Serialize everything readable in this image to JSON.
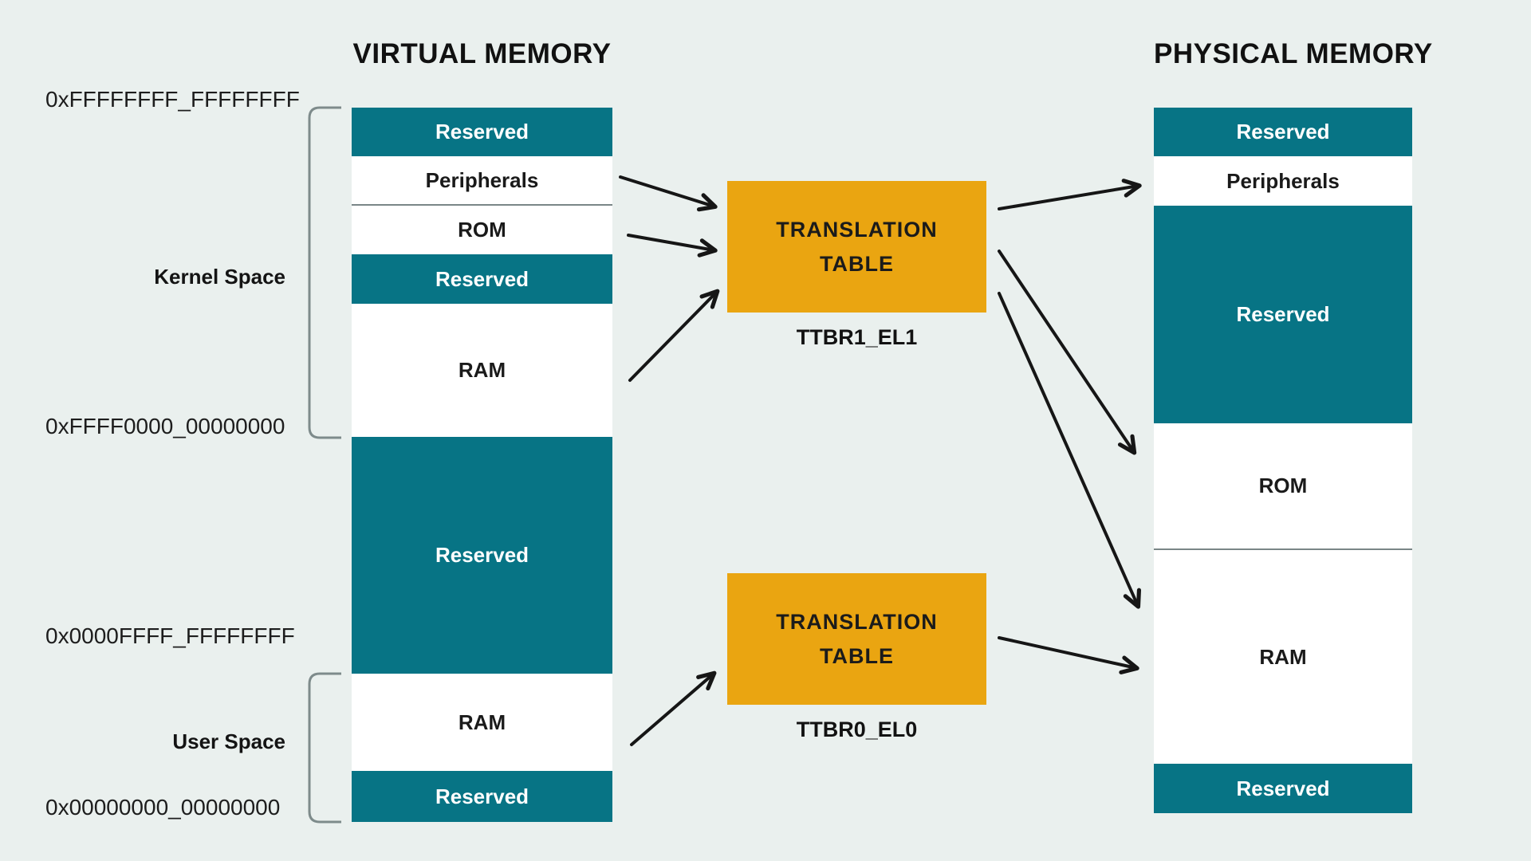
{
  "colors": {
    "teal": "#077485",
    "orange": "#EAA511",
    "background": "#EAF0EE",
    "text_dark": "#161616",
    "bracket": "#7E8B8B",
    "divider": "#7A8687"
  },
  "titles": {
    "virtual": "VIRTUAL MEMORY",
    "physical": "PHYSICAL MEMORY"
  },
  "virtual_memory": {
    "addresses": [
      {
        "label": "0xFFFFFFFF_FFFFFFFF"
      },
      {
        "label": "0xFFFF0000_00000000"
      },
      {
        "label": "0x0000FFFF_FFFFFFFF"
      },
      {
        "label": "0x00000000_00000000"
      }
    ],
    "regions": [
      {
        "label": "Kernel Space"
      },
      {
        "label": "User Space"
      }
    ],
    "segments": [
      {
        "label": "Reserved",
        "type": "reserved"
      },
      {
        "label": "Peripherals",
        "type": "normal"
      },
      {
        "label": "ROM",
        "type": "normal"
      },
      {
        "label": "Reserved",
        "type": "reserved"
      },
      {
        "label": "RAM",
        "type": "normal"
      },
      {
        "label": "Reserved",
        "type": "reserved"
      },
      {
        "label": "RAM",
        "type": "normal"
      },
      {
        "label": "Reserved",
        "type": "reserved"
      }
    ]
  },
  "physical_memory": {
    "segments": [
      {
        "label": "Reserved",
        "type": "reserved"
      },
      {
        "label": "Peripherals",
        "type": "normal"
      },
      {
        "label": "Reserved",
        "type": "reserved"
      },
      {
        "label": "ROM",
        "type": "normal"
      },
      {
        "label": "RAM",
        "type": "normal"
      },
      {
        "label": "Reserved",
        "type": "reserved"
      }
    ]
  },
  "translation_tables": [
    {
      "line1": "TRANSLATION",
      "line2": "TABLE",
      "register": "TTBR1_EL1"
    },
    {
      "line1": "TRANSLATION",
      "line2": "TABLE",
      "register": "TTBR0_EL0"
    }
  ],
  "mappings": [
    {
      "from": "virtual Peripherals",
      "to": "TTBR1_EL1 translation table"
    },
    {
      "from": "virtual ROM",
      "to": "TTBR1_EL1 translation table"
    },
    {
      "from": "virtual kernel RAM",
      "to": "TTBR1_EL1 translation table"
    },
    {
      "from": "TTBR1_EL1 translation table",
      "to": "physical Peripherals"
    },
    {
      "from": "TTBR1_EL1 translation table",
      "to": "physical ROM"
    },
    {
      "from": "TTBR1_EL1 translation table",
      "to": "physical RAM"
    },
    {
      "from": "virtual user RAM",
      "to": "TTBR0_EL0 translation table"
    },
    {
      "from": "TTBR0_EL0 translation table",
      "to": "physical RAM"
    }
  ]
}
